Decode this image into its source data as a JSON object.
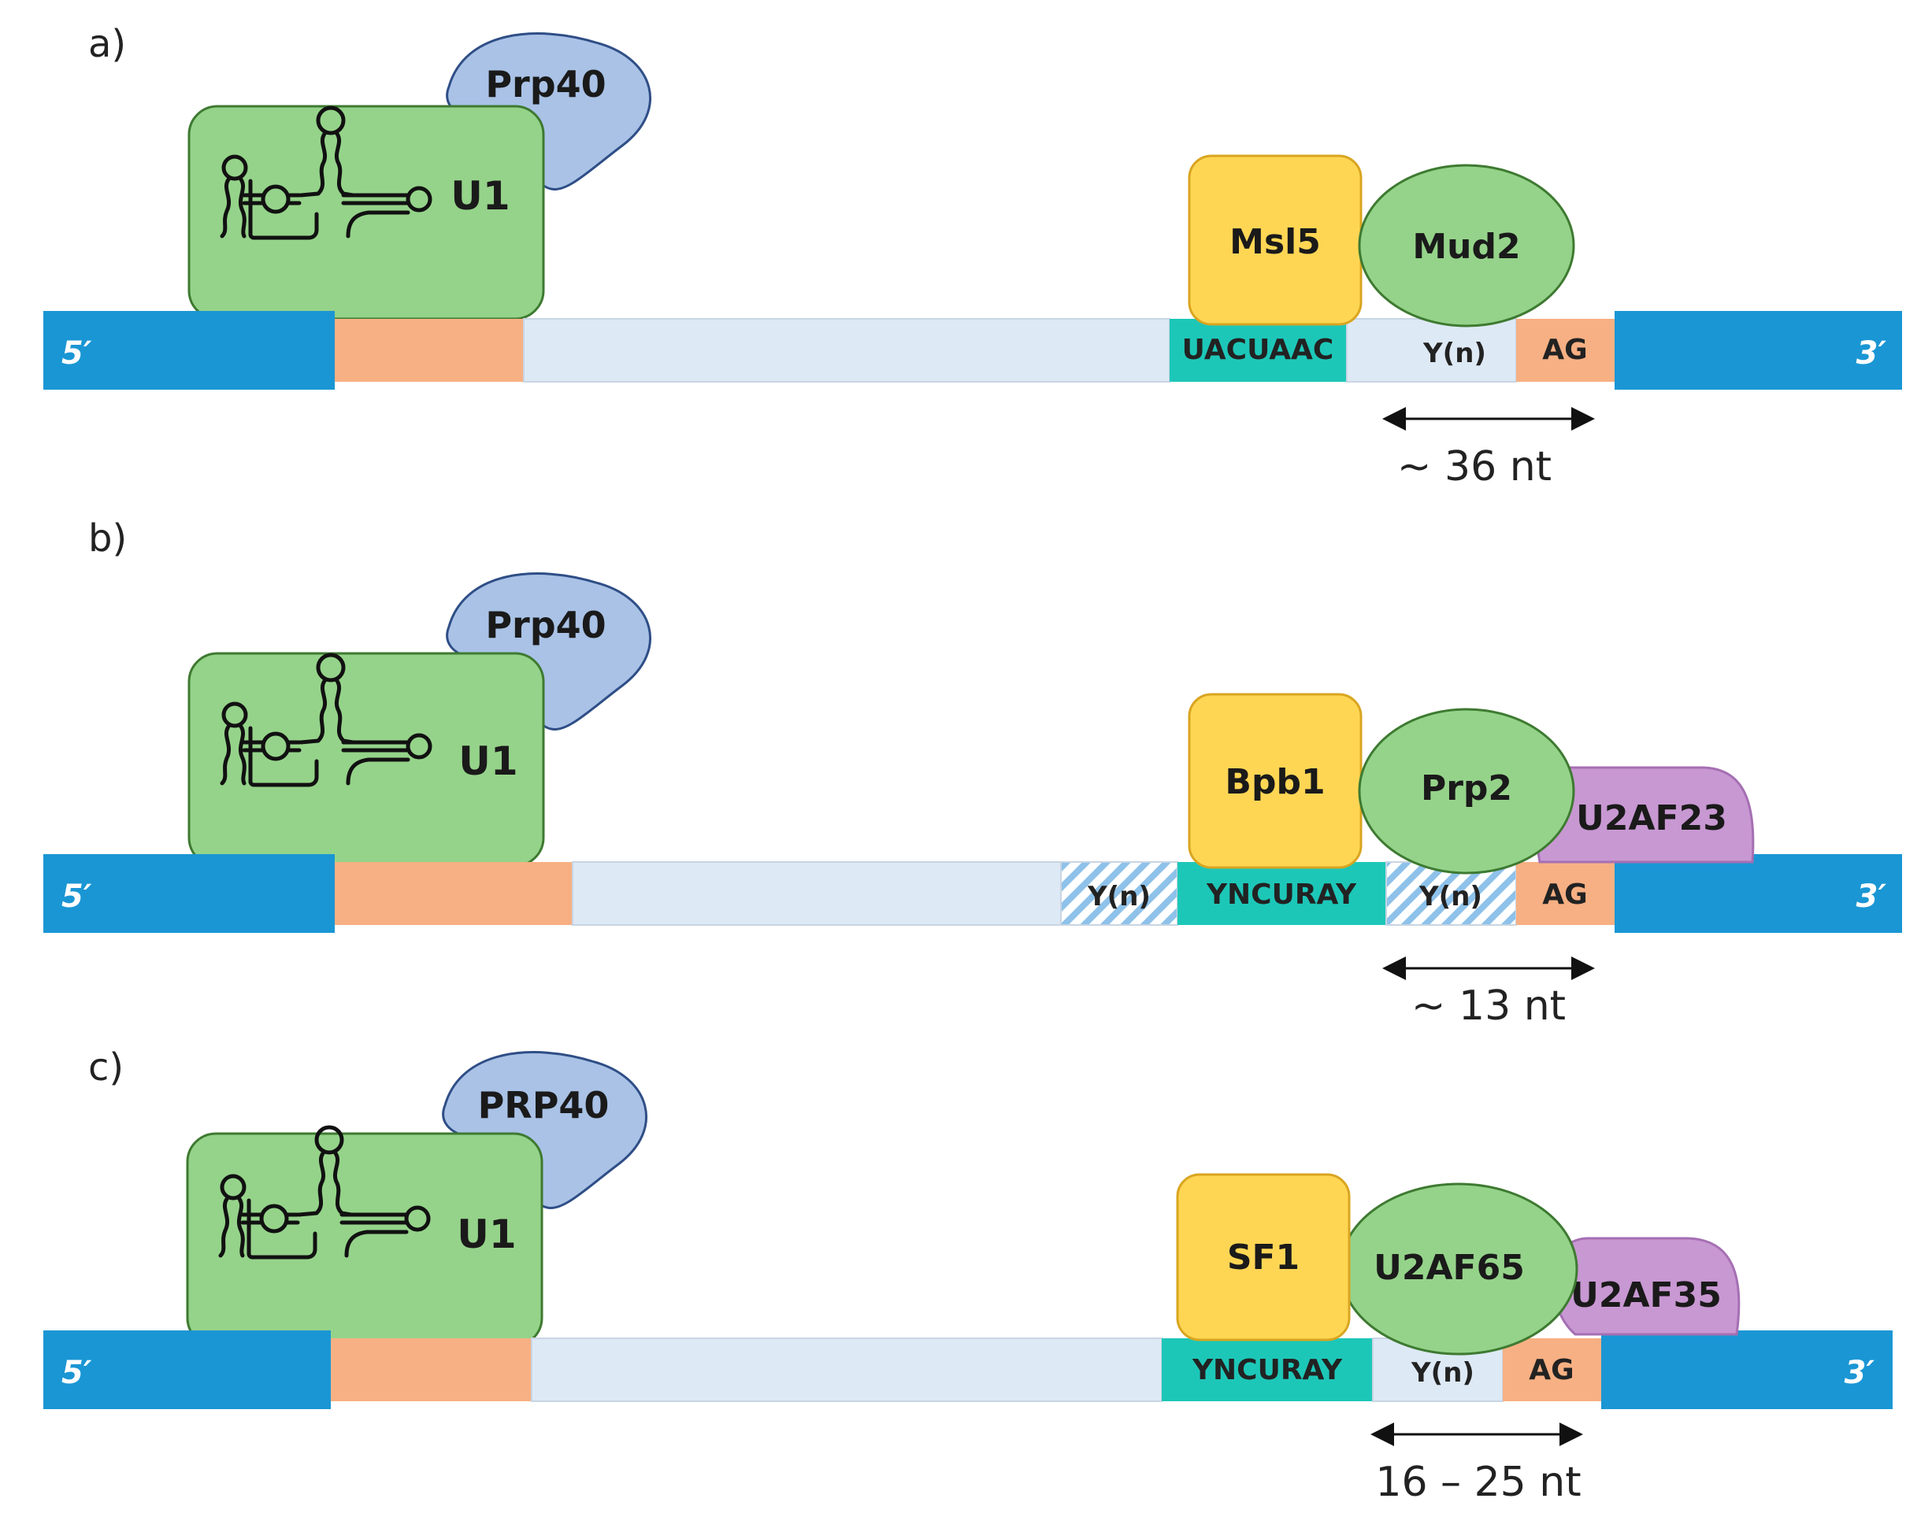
{
  "colors": {
    "exon": "#1a96d4",
    "five_ss": "#f7b083",
    "intron": "#dde9f5",
    "branch": "#1dc7b8",
    "polyY": "#dde9f5",
    "ag": "#f7b083",
    "u1": "#95d38a",
    "prp40": "#a9c2e6",
    "yellow": "#ffd654",
    "green_oval": "#95d38a",
    "purple": "#c898d2"
  },
  "panels": [
    {
      "label": "a)",
      "five_prime": "5′",
      "three_prime": "3′",
      "u1": "U1",
      "prp40": "Prp40",
      "bbp": "Msl5",
      "u2af_large": "Mud2",
      "u2af_small": "",
      "polyY_upstream": "",
      "branch_seq": "UACUAAC",
      "polyY": "Y(n)",
      "ag": "AG",
      "distance": "~ 36 nt"
    },
    {
      "label": "b)",
      "five_prime": "5′",
      "three_prime": "3′",
      "u1": "U1",
      "prp40": "Prp40",
      "bbp": "Bpb1",
      "u2af_large": "Prp2",
      "u2af_small": "U2AF23",
      "polyY_upstream": "Y(n)",
      "branch_seq": "YNCURAY",
      "polyY": "Y(n)",
      "ag": "AG",
      "distance": "~ 13 nt"
    },
    {
      "label": "c)",
      "five_prime": "5′",
      "three_prime": "3′",
      "u1": "U1",
      "prp40": "PRP40",
      "bbp": "SF1",
      "u2af_large": "U2AF65",
      "u2af_small": "U2AF35",
      "polyY_upstream": "",
      "branch_seq": "YNCURAY",
      "polyY": "Y(n)",
      "ag": "AG",
      "distance": "16 – 25 nt"
    }
  ]
}
